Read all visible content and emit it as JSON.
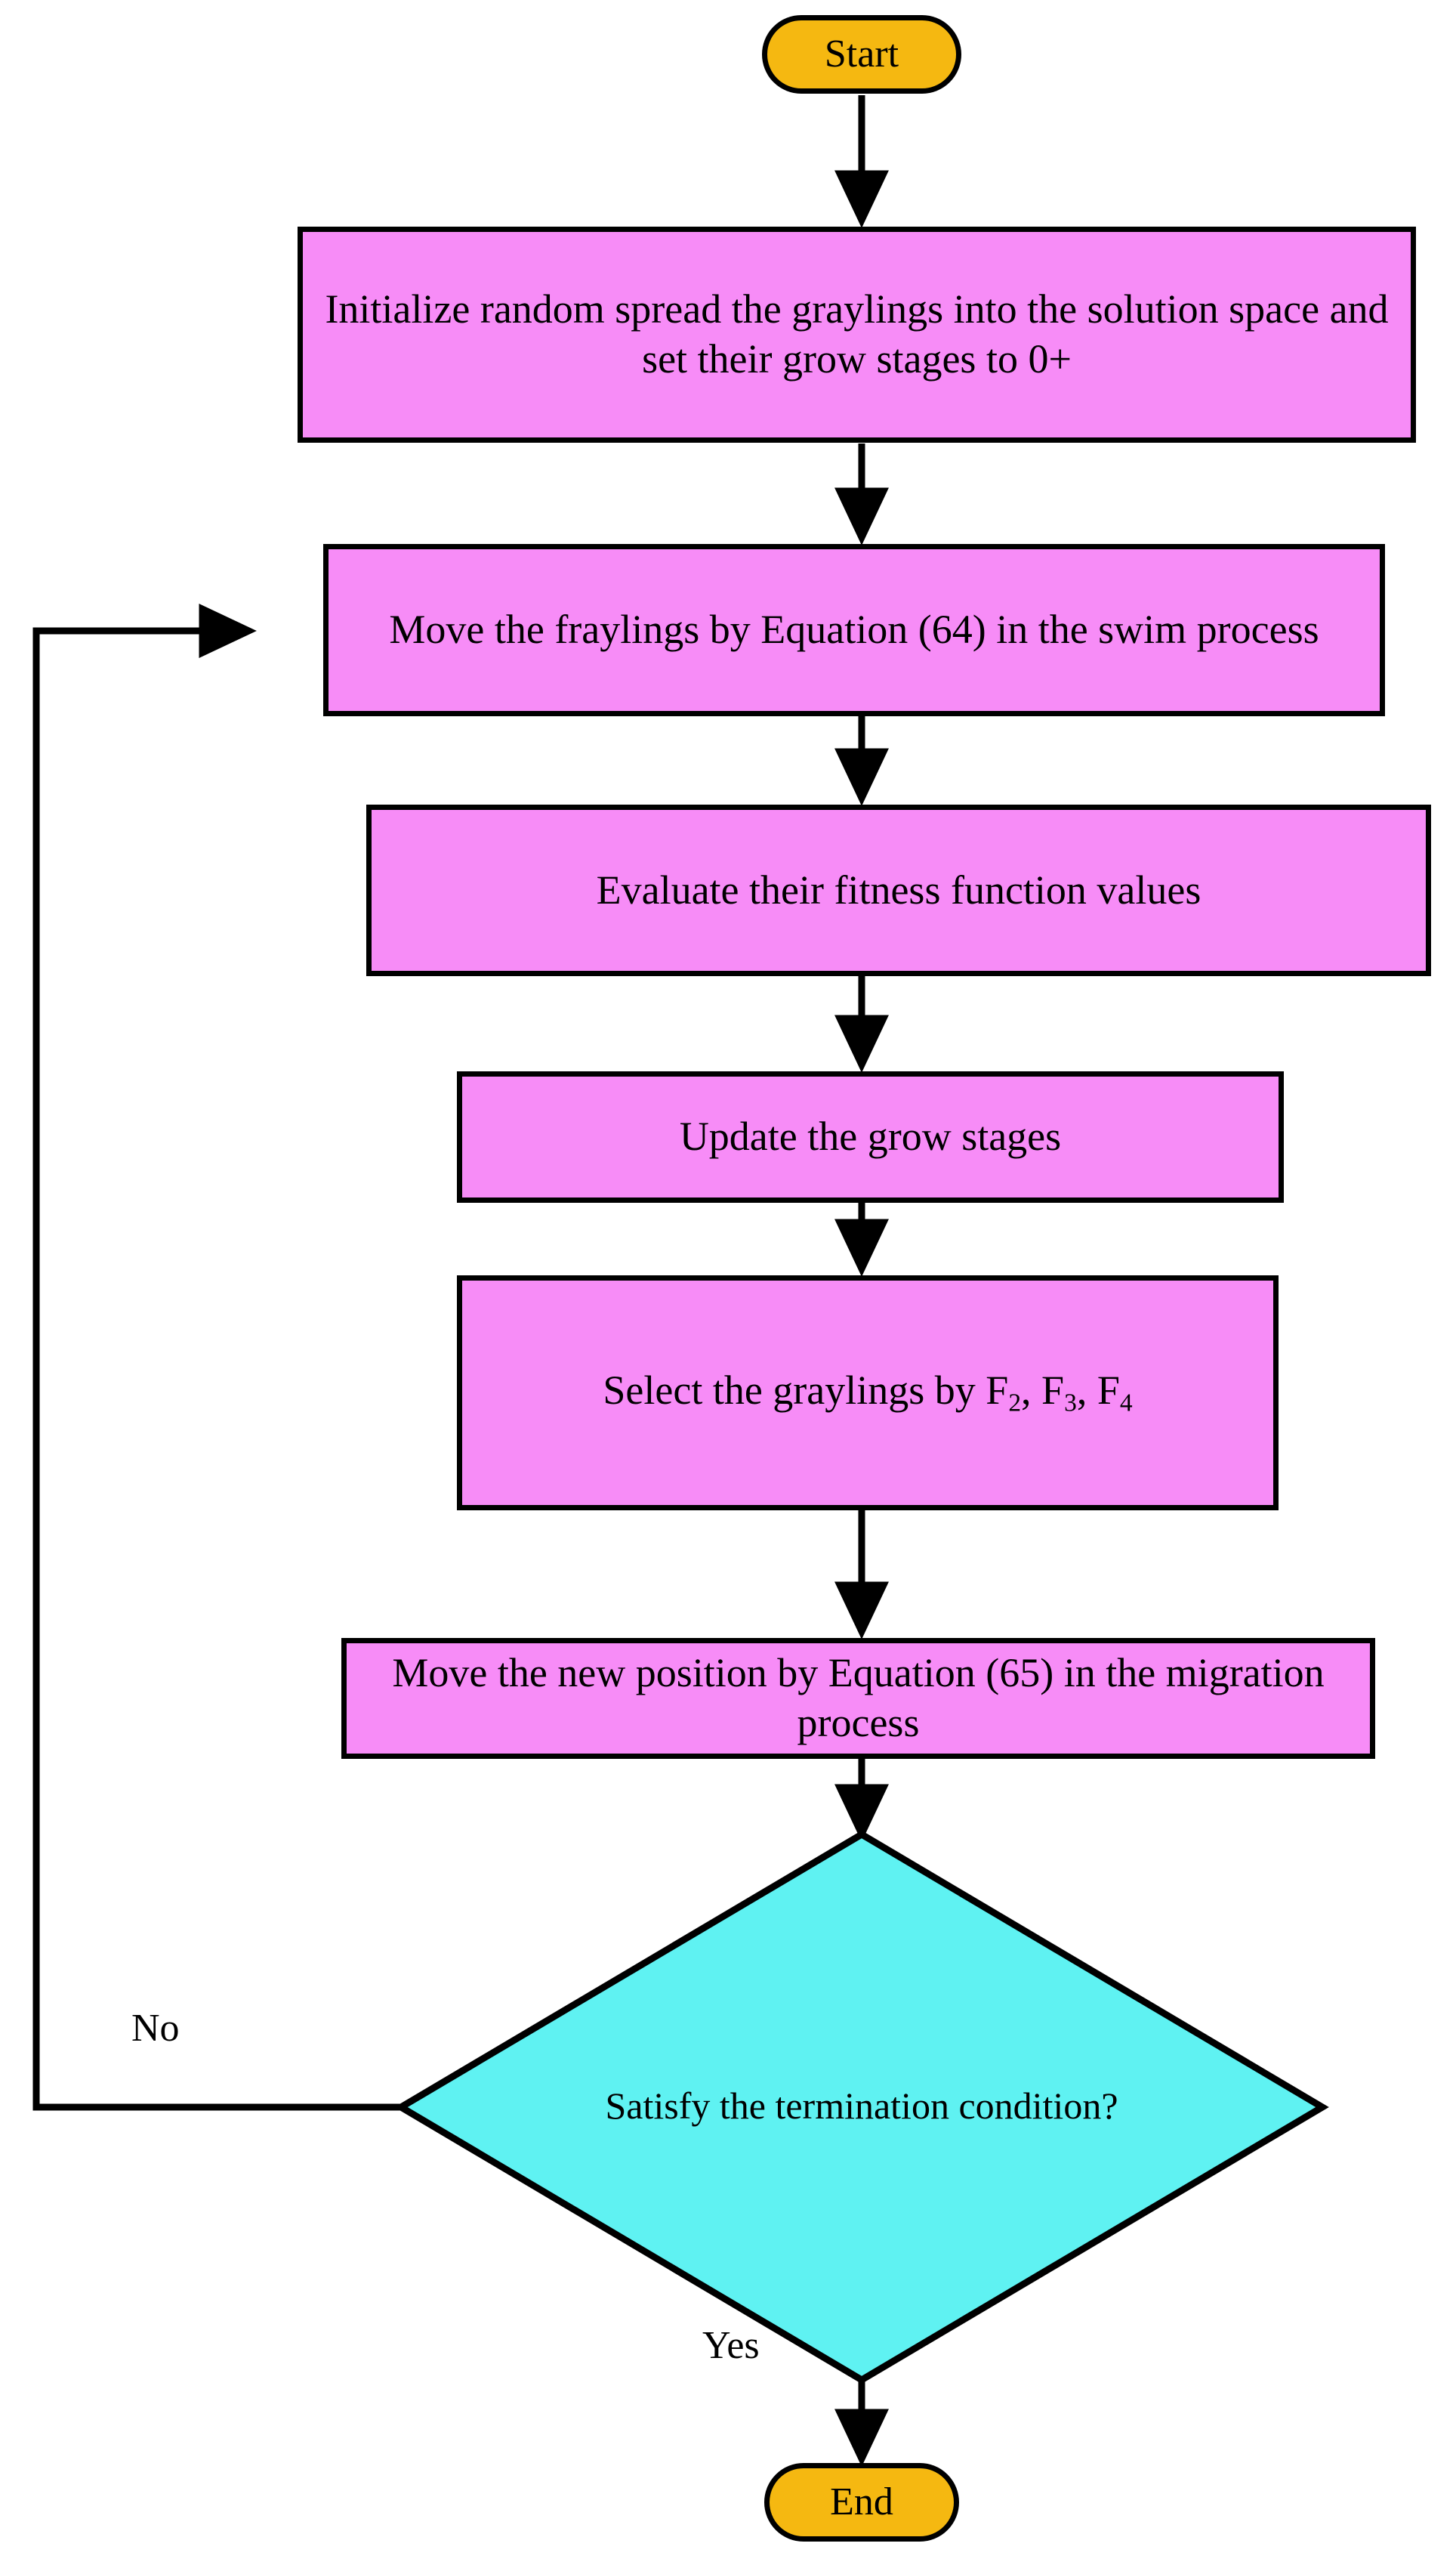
{
  "diagram": {
    "title": "Grayling optimization algorithm flowchart",
    "colors": {
      "terminator_fill": "#F5B811",
      "process_fill": "#F78CF7",
      "decision_fill": "#5FF2F2",
      "stroke": "#000000",
      "background": "#FFFFFF"
    },
    "nodes": {
      "start": {
        "label": "Start",
        "type": "terminator"
      },
      "init": {
        "label": "Initialize random spread the graylings into the solution space and set their grow stages to 0+",
        "type": "process"
      },
      "swim": {
        "label": "Move the fraylings by Equation (64) in the swim process",
        "type": "process"
      },
      "evaluate": {
        "label": "Evaluate their fitness function values",
        "type": "process"
      },
      "update": {
        "label": "Update the grow stages",
        "type": "process"
      },
      "select": {
        "label_prefix": "Select the graylings by F",
        "sub1": "2",
        "sep1": ", F",
        "sub2": "3",
        "sep2": ", F",
        "sub3": "4",
        "type": "process"
      },
      "migrate": {
        "label": "Move the new position by Equation (65) in the migration process",
        "type": "process"
      },
      "decision": {
        "label": "Satisfy the termination condition?",
        "type": "decision"
      },
      "end": {
        "label": "End",
        "type": "terminator"
      }
    },
    "edge_labels": {
      "no": "No",
      "yes": "Yes"
    }
  }
}
